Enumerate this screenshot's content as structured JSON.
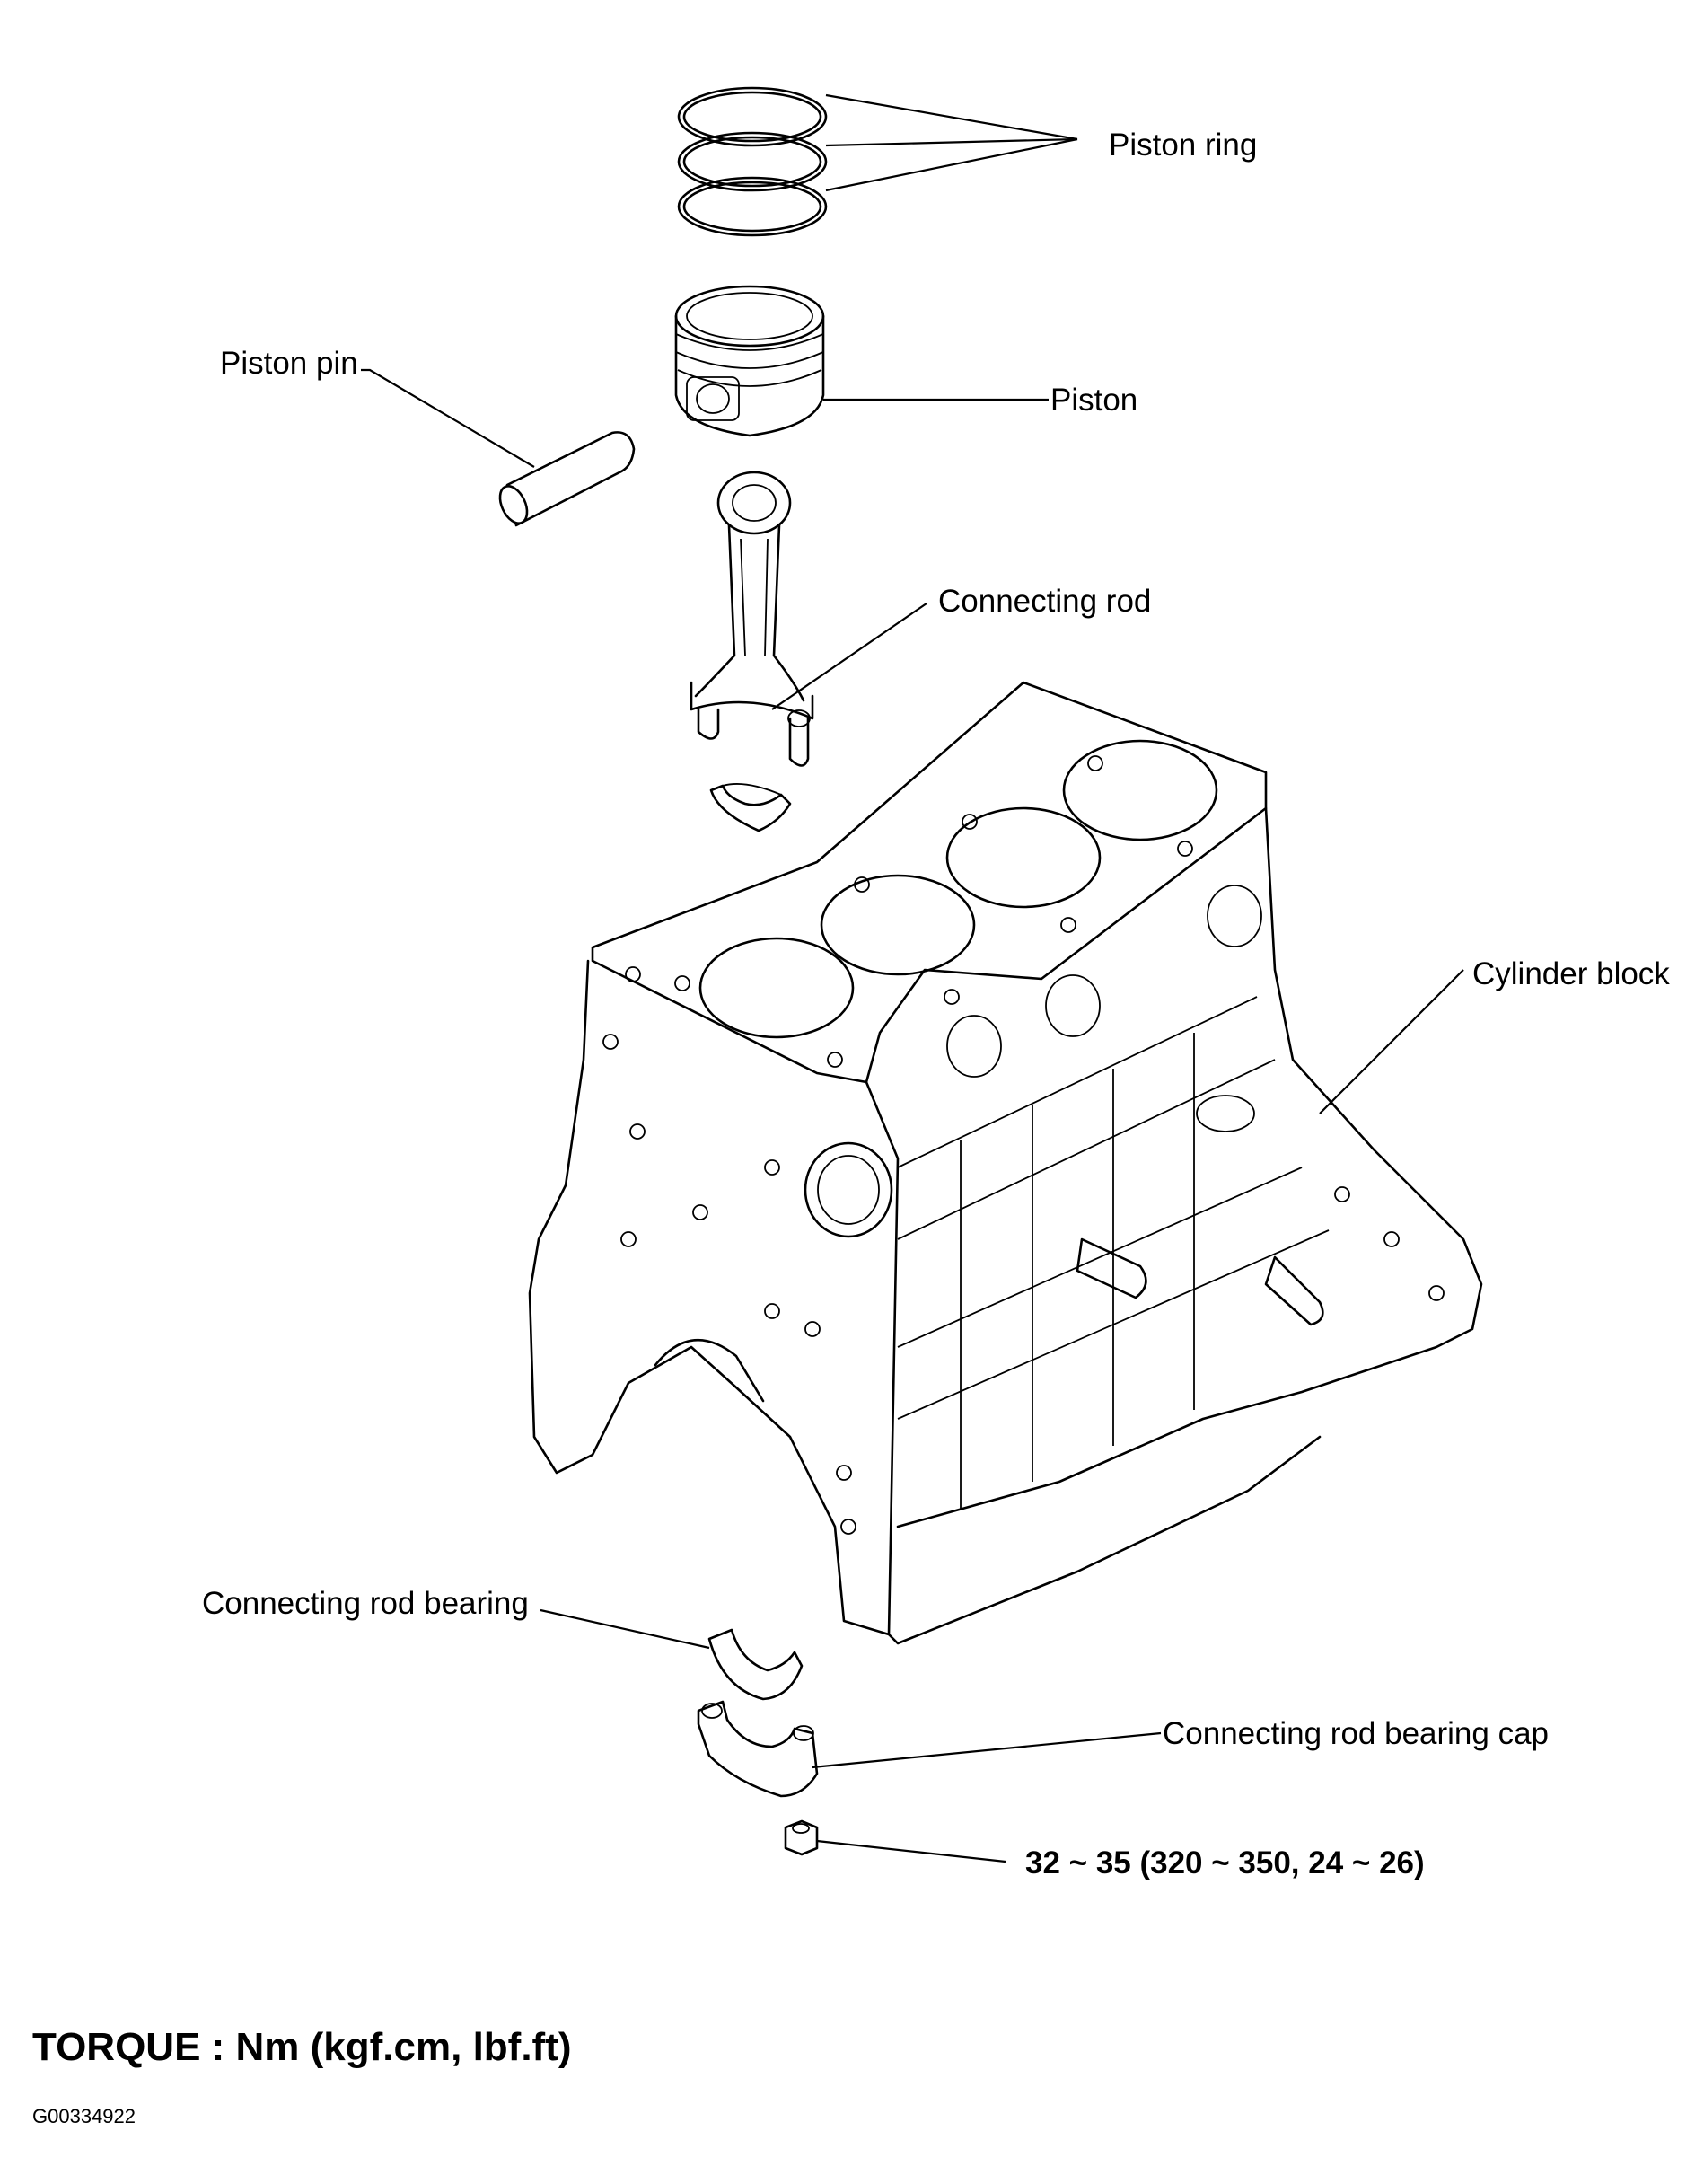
{
  "labels": {
    "piston_ring": "Piston ring",
    "piston_pin": "Piston pin",
    "piston": "Piston",
    "connecting_rod": "Connecting rod",
    "cylinder_block": "Cylinder block",
    "connecting_rod_bearing": "Connecting rod bearing",
    "connecting_rod_bearing_cap": "Connecting rod bearing cap"
  },
  "torque_spec": "32 ~ 35 (320 ~ 350, 24 ~ 26)",
  "footer": {
    "title": "TORQUE : Nm (kgf.cm, lbf.ft)",
    "code": "G00334922"
  }
}
